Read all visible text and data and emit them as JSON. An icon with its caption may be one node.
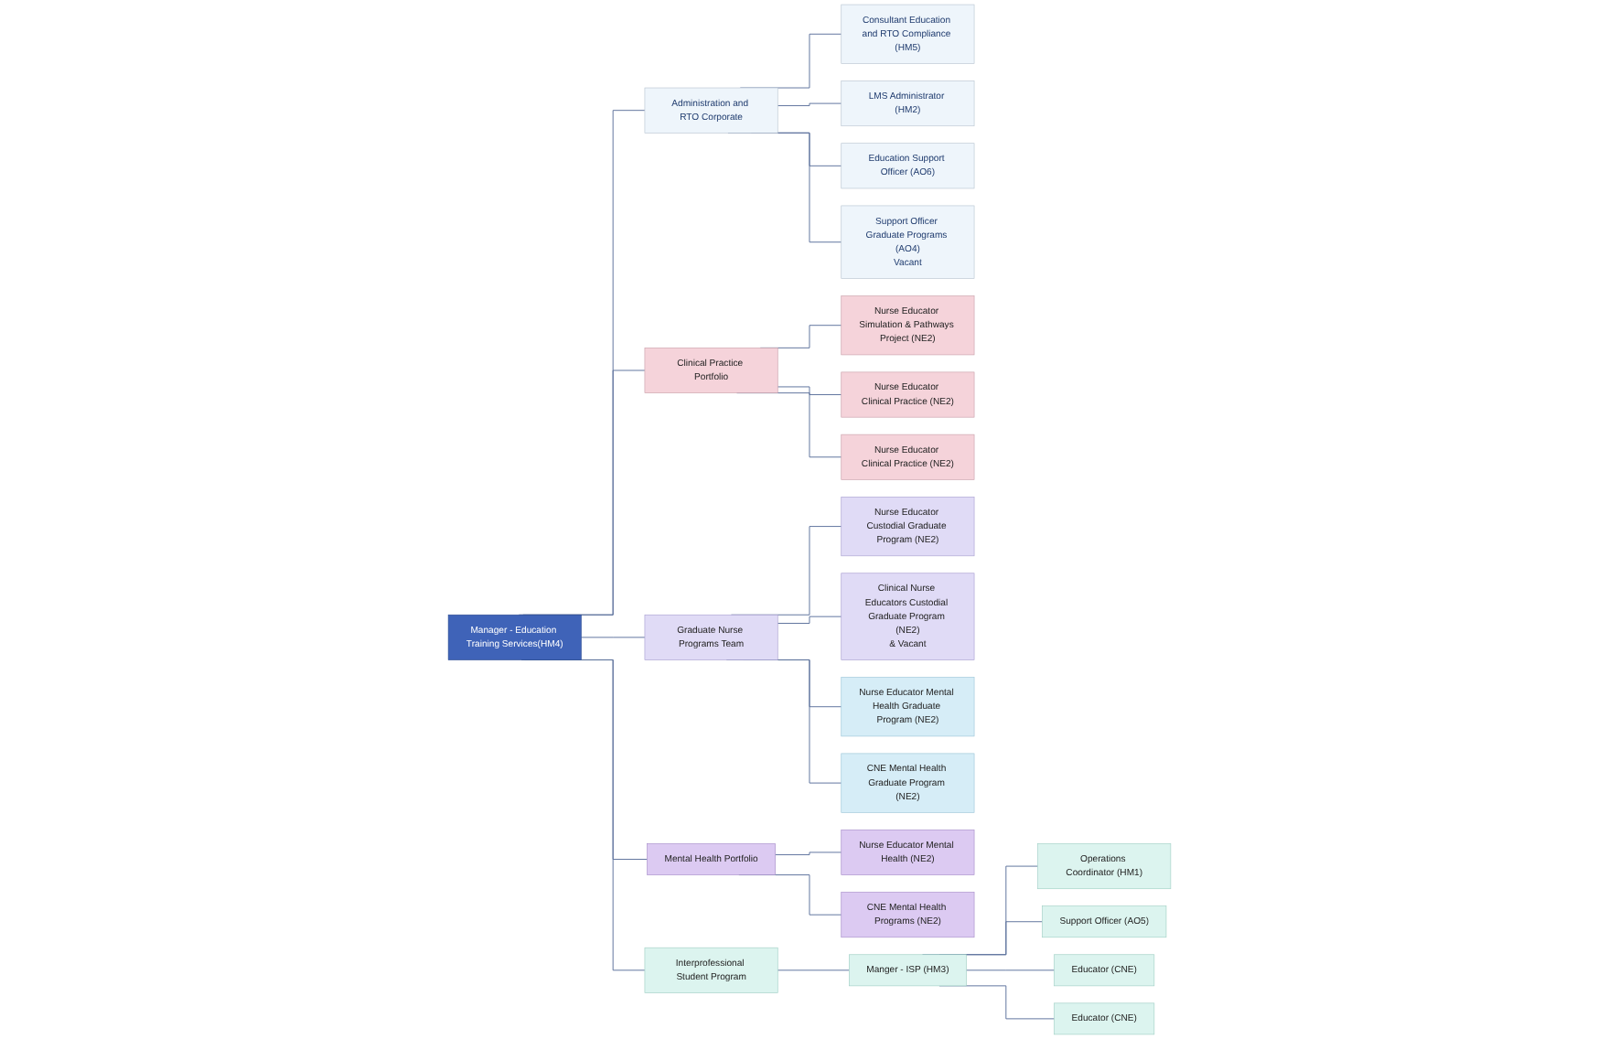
{
  "diagram": {
    "nodes": [
      {
        "text": [
          "Manager - Education Training Services(HM4)"
        ]
      },
      {
        "text": [
          "Administration and RTO Corporate"
        ]
      },
      {
        "text": [
          "Clinical Practice Portfolio"
        ]
      },
      {
        "text": [
          "Graduate Nurse Programs Team"
        ]
      },
      {
        "text": [
          "Mental Health Portfolio"
        ]
      },
      {
        "text": [
          "Interprofessional Student Program"
        ]
      },
      {
        "text": [
          "Consultant Education and RTO Compliance (HM5)"
        ]
      },
      {
        "text": [
          "LMS Administrator (HM2)"
        ]
      },
      {
        "text": [
          "Education Support Officer (AO6)"
        ]
      },
      {
        "text": [
          "Support Officer Graduate Programs (AO4)",
          "Vacant"
        ]
      },
      {
        "text": [
          "Nurse Educator Simulation & Pathways Project (NE2)"
        ]
      },
      {
        "text": [
          "Nurse Educator Clinical Practice (NE2)"
        ]
      },
      {
        "text": [
          "Nurse Educator Clinical Practice (NE2)"
        ]
      },
      {
        "text": [
          "Nurse Educator Custodial Graduate Program (NE2)"
        ]
      },
      {
        "text": [
          "Clinical Nurse Educators Custodial Graduate Program (NE2)",
          "& Vacant"
        ]
      },
      {
        "text": [
          "Nurse Educator Mental Health Graduate Program (NE2)"
        ]
      },
      {
        "text": [
          "CNE Mental Health Graduate Program (NE2)"
        ]
      },
      {
        "text": [
          "Nurse Educator Mental Health (NE2)"
        ]
      },
      {
        "text": [
          "CNE Mental Health Programs (NE2)"
        ]
      },
      {
        "text": [
          "Manger - ISP (HM3)"
        ]
      },
      {
        "text": [
          "Operations Coordinator (HM1)"
        ]
      },
      {
        "text": [
          "Support Officer (AO5)"
        ]
      },
      {
        "text": [
          "Educator (CNE)"
        ]
      },
      {
        "text": [
          "Educator (CNE)"
        ]
      }
    ],
    "edges": [
      {
        "from": 0,
        "to": 1,
        "arrow": "none"
      },
      {
        "from": 0,
        "to": 2,
        "arrow": "none"
      },
      {
        "from": 0,
        "to": 3,
        "arrow": "none"
      },
      {
        "from": 0,
        "to": 4,
        "arrow": "none"
      },
      {
        "from": 0,
        "to": 5,
        "arrow": "none"
      },
      {
        "from": 1,
        "to": 6,
        "arrow": "none"
      },
      {
        "from": 1,
        "to": 7,
        "arrow": "none"
      },
      {
        "from": 1,
        "to": 8,
        "arrow": "none"
      },
      {
        "from": 1,
        "to": 9,
        "arrow": "none"
      },
      {
        "from": 2,
        "to": 10,
        "arrow": "none"
      },
      {
        "from": 2,
        "to": 11,
        "arrow": "none"
      },
      {
        "from": 2,
        "to": 12,
        "arrow": "none"
      },
      {
        "from": 3,
        "to": 13,
        "arrow": "none"
      },
      {
        "from": 3,
        "to": 14,
        "arrow": "none"
      },
      {
        "from": 3,
        "to": 15,
        "arrow": "none"
      },
      {
        "from": 3,
        "to": 16,
        "arrow": "none"
      },
      {
        "from": 4,
        "to": 17,
        "arrow": "none"
      },
      {
        "from": 4,
        "to": 18,
        "arrow": "none"
      },
      {
        "from": 5,
        "to": 19,
        "arrow": "none"
      },
      {
        "from": 19,
        "to": 20,
        "arrow": "none"
      },
      {
        "from": 19,
        "to": 21,
        "arrow": "none"
      },
      {
        "from": 19,
        "to": 22,
        "arrow": "none"
      },
      {
        "from": 19,
        "to": 23,
        "arrow": "none"
      }
    ]
  }
}
